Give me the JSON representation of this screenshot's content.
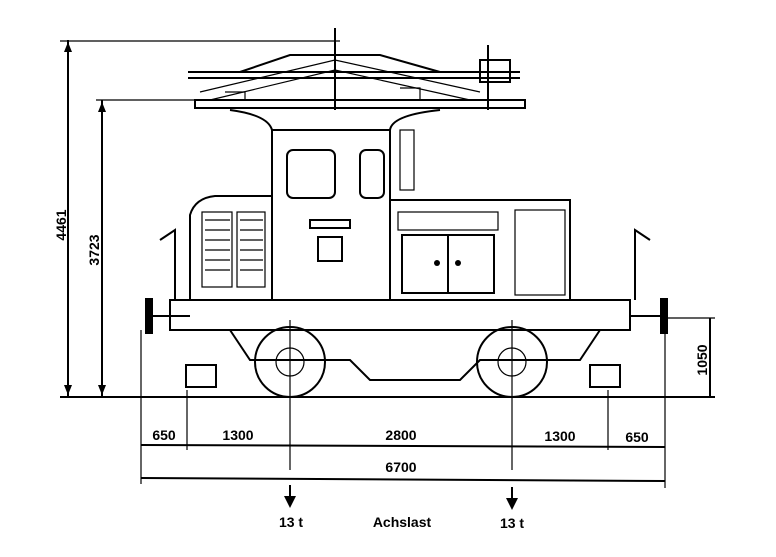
{
  "drawing": {
    "height_total": "4461",
    "height_pantograph_lowered": "3723",
    "buffer_height": "1050",
    "lengths": [
      "650",
      "1300",
      "2800",
      "1300",
      "650"
    ],
    "length_total": "6700",
    "axle_loads": [
      "13 t",
      "13 t"
    ],
    "axle_load_label": "Achslast"
  },
  "colors": {
    "ink": "#000000",
    "paper": "#ffffff"
  }
}
